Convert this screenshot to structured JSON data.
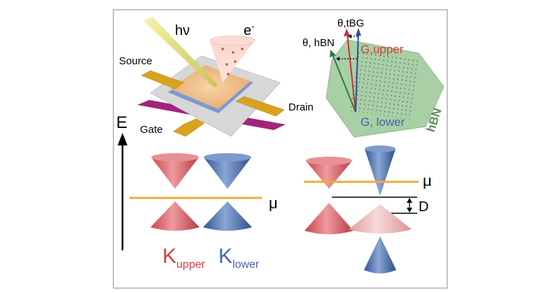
{
  "labels": {
    "photon": "hν",
    "electron": "e",
    "electron_sup": "-",
    "source": "Source",
    "drain": "Drain",
    "gate": "Gate",
    "theta_tbg": "θ,tBG",
    "theta_hbn": "θ, hBN",
    "g_upper": "G,upper",
    "g_lower": "G, lower",
    "hbn": "hBN",
    "energy_axis": "E",
    "mu_left": "μ",
    "mu_right": "μ",
    "gap": "D",
    "k_upper_main": "K",
    "k_upper_sub": "upper",
    "k_lower_main": "K",
    "k_lower_sub": "lower"
  },
  "colors": {
    "red_cone": "#d9656c",
    "blue_cone": "#4f72b4",
    "pink_cone": "#ecb3b3",
    "gold": "#d7a31f",
    "fermi_line": "#f2a838",
    "hbn_green": "#a8cfa5",
    "magenta": "#a4237a",
    "upper_text": "#d93c3c",
    "lower_text": "#4466aa",
    "hbn_text": "#5a8f5a"
  }
}
